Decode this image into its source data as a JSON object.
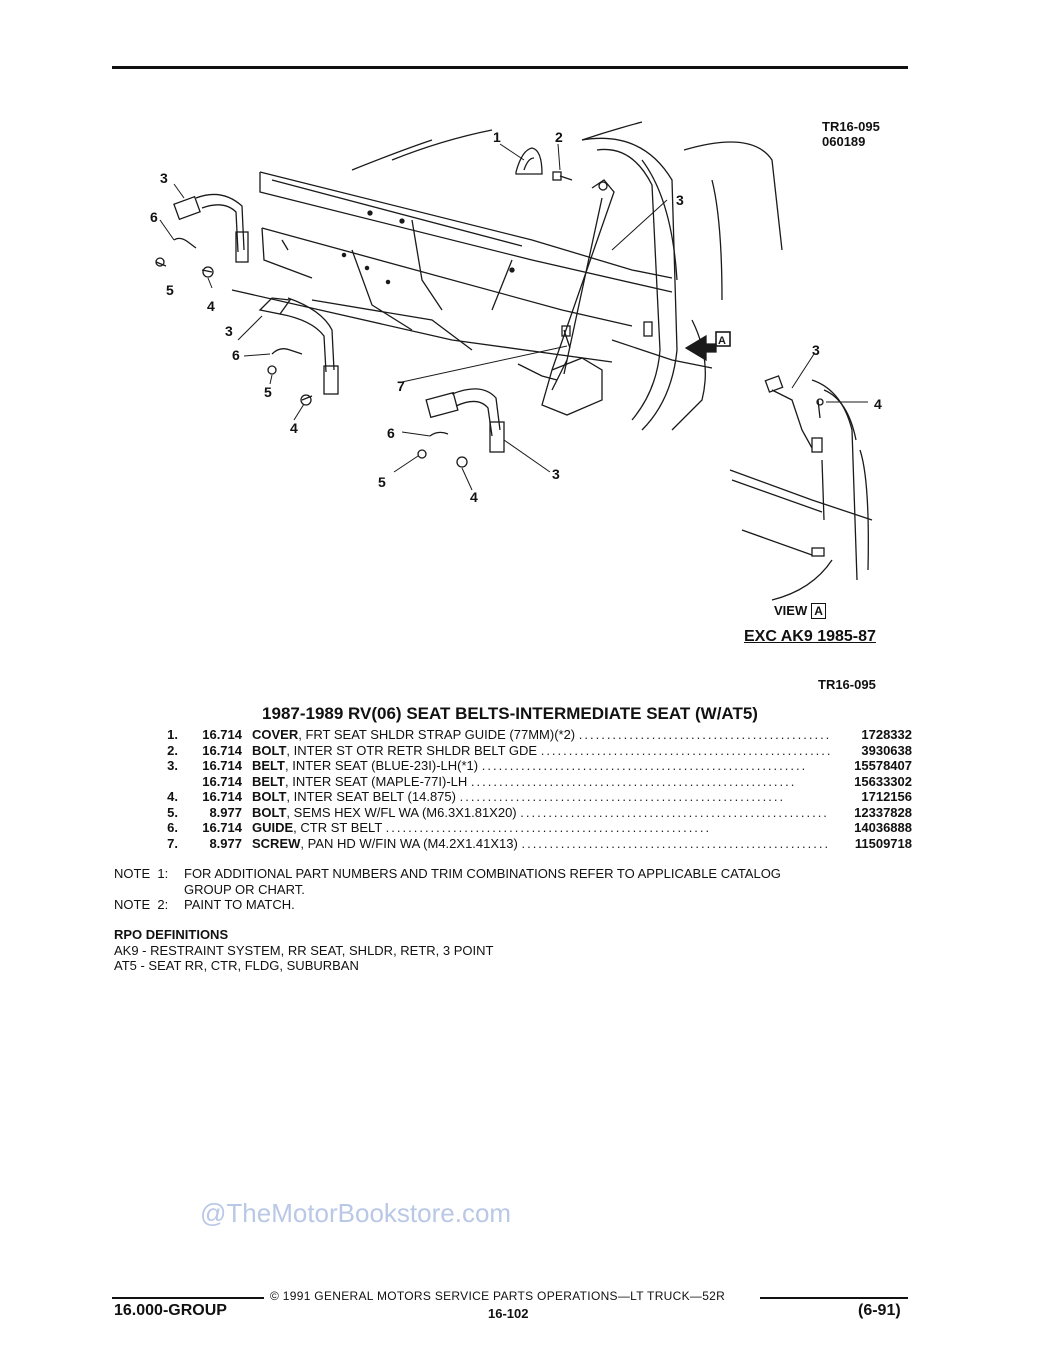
{
  "diagram": {
    "ref_top": "TR16-095",
    "ref_code": "060189",
    "view_label": "VIEW",
    "view_letter": "A",
    "exception_label": "EXC AK9 1985-87",
    "ref_bottom": "TR16-095",
    "callouts": [
      "1",
      "2",
      "3",
      "3",
      "6",
      "5",
      "4",
      "3",
      "6",
      "5",
      "4",
      "7",
      "6",
      "5",
      "4",
      "3",
      "3",
      "4"
    ],
    "arrow_letter": "A"
  },
  "title": "1987-1989 RV(06) SEAT BELTS-INTERMEDIATE SEAT (W/AT5)",
  "parts": [
    {
      "num": "1.",
      "group": "16.714",
      "name": "COVER",
      "desc": ", FRT SEAT SHLDR STRAP GUIDE (77MM)(*2)",
      "pn": "1728332"
    },
    {
      "num": "2.",
      "group": "16.714",
      "name": "BOLT",
      "desc": ", INTER ST OTR RETR SHLDR BELT GDE",
      "pn": "3930638"
    },
    {
      "num": "3.",
      "group": "16.714",
      "name": "BELT",
      "desc": ", INTER SEAT (BLUE-23I)-LH(*1)",
      "pn": "15578407"
    },
    {
      "num": "",
      "group": "16.714",
      "name": "BELT",
      "desc": ", INTER SEAT (MAPLE-77I)-LH",
      "pn": "15633302"
    },
    {
      "num": "4.",
      "group": "16.714",
      "name": "BOLT",
      "desc": ", INTER SEAT BELT (14.875)",
      "pn": "1712156"
    },
    {
      "num": "5.",
      "group": "8.977",
      "name": "BOLT",
      "desc": ", SEMS HEX W/FL WA (M6.3X1.81X20)",
      "pn": "12337828"
    },
    {
      "num": "6.",
      "group": "16.714",
      "name": "GUIDE",
      "desc": ", CTR ST BELT",
      "pn": "14036888"
    },
    {
      "num": "7.",
      "group": "8.977",
      "name": "SCREW",
      "desc": ", PAN HD W/FIN WA (M4.2X1.41X13)",
      "pn": "11509718"
    }
  ],
  "notes": [
    {
      "key": "NOTE  1:",
      "lines": [
        "FOR ADDITIONAL PART NUMBERS AND TRIM COMBINATIONS REFER TO APPLICABLE CATALOG",
        "GROUP OR CHART."
      ]
    },
    {
      "key": "NOTE  2:",
      "lines": [
        "PAINT TO MATCH."
      ]
    }
  ],
  "rpo": {
    "heading": "RPO DEFINITIONS",
    "items": [
      "AK9 - RESTRAINT SYSTEM, RR SEAT, SHLDR, RETR, 3 POINT",
      "AT5 - SEAT RR, CTR, FLDG, SUBURBAN"
    ]
  },
  "watermark": "@TheMotorBookstore.com",
  "footer": {
    "copyright": "© 1991 GENERAL MOTORS SERVICE PARTS OPERATIONS—LT TRUCK—52R",
    "group": "16.000-GROUP",
    "page": "16-102",
    "date": "(6-91)"
  }
}
